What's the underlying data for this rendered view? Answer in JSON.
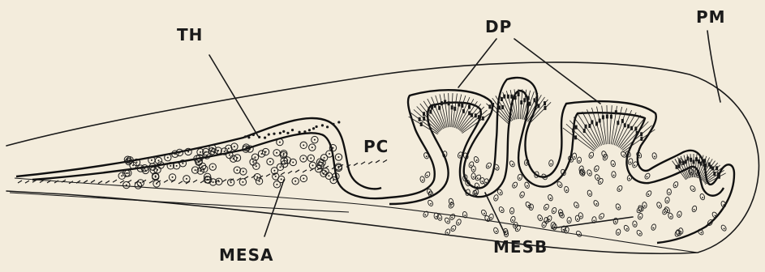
{
  "labels": {
    "th": "TH",
    "dp": "DP",
    "pm": "PM",
    "pc": "PC",
    "mesa": "MESA",
    "mesb": "MESB"
  },
  "colors": {
    "paper": "#f3ecdc",
    "ink": "#1a1a1a"
  }
}
